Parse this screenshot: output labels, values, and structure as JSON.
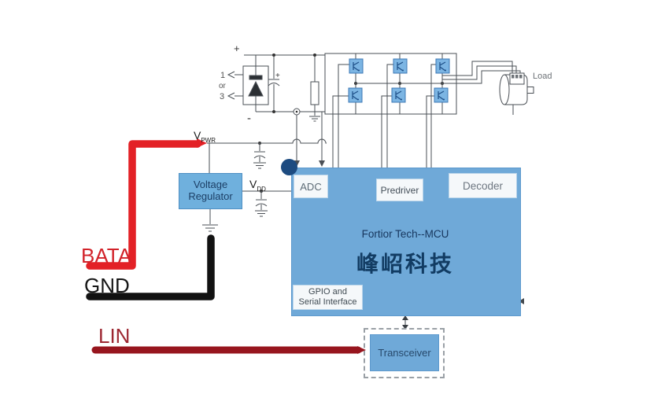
{
  "diagram": {
    "harness": {
      "bata": "BATA",
      "gnd": "GND",
      "lin": "LIN"
    },
    "power": {
      "vpwr_main": "V",
      "vpwr_sub": "PWR",
      "vdd_main": "V",
      "vdd_sub": "DD",
      "plus_rail": "+",
      "plus_cap": "+",
      "minus_rail": "-"
    },
    "rectifier": {
      "input_one": "1",
      "input_or": "or",
      "input_three": "3"
    },
    "voltage_regulator": {
      "line1": "Voltage",
      "line2": "Regulator"
    },
    "mcu": {
      "title": "Fortior Tech--MCU",
      "brand": "峰岹科技",
      "adc": "ADC",
      "predriver": "Predriver",
      "decoder": "Decoder",
      "gpio_line1": "GPIO and",
      "gpio_line2": "Serial Interface"
    },
    "transceiver": {
      "label": "Transceiver"
    },
    "motor": {
      "label": "Load"
    },
    "colors": {
      "battery_line_red": "#e32126",
      "battery_text_red": "#d2232a",
      "ground_black": "#121212",
      "lin_maroon": "#97151e",
      "mcu_blue": "#6fa9d8",
      "regulator_blue": "#6fb0dd",
      "transistor_blue": "#7cb5e3",
      "navy_dot": "#1d4b80",
      "wire_gray": "#4a4f55"
    }
  }
}
